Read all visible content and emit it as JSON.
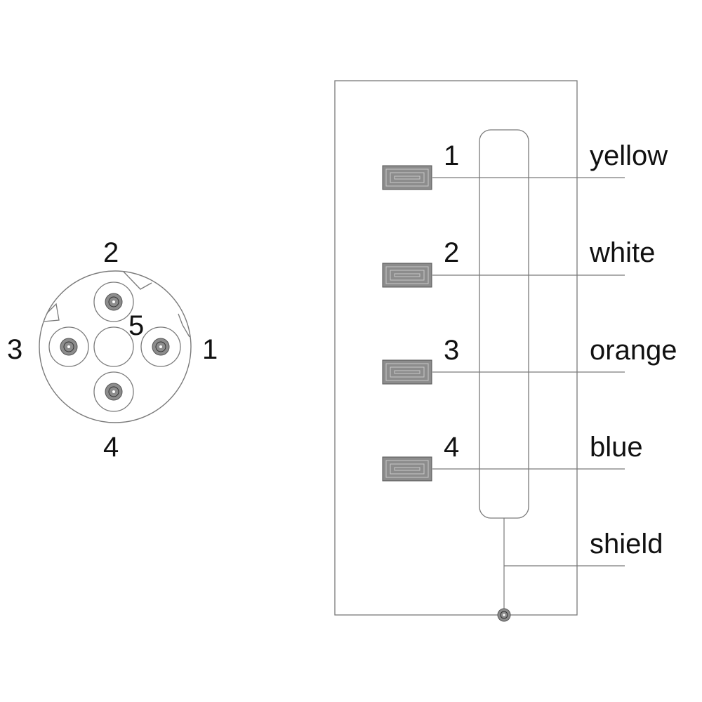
{
  "connector_face": {
    "pins": [
      {
        "id": "pin-1",
        "label": "1"
      },
      {
        "id": "pin-2",
        "label": "2"
      },
      {
        "id": "pin-3",
        "label": "3"
      },
      {
        "id": "pin-4",
        "label": "4"
      },
      {
        "id": "pin-5",
        "label": "5"
      }
    ]
  },
  "wiring": {
    "contacts": [
      {
        "number": "1",
        "color": "yellow"
      },
      {
        "number": "2",
        "color": "white"
      },
      {
        "number": "3",
        "color": "orange"
      },
      {
        "number": "4",
        "color": "blue"
      }
    ],
    "shield_label": "shield"
  },
  "colors": {
    "line": "#7a7a7a",
    "contact_fill": "#8c8c8c",
    "text": "#111111"
  }
}
